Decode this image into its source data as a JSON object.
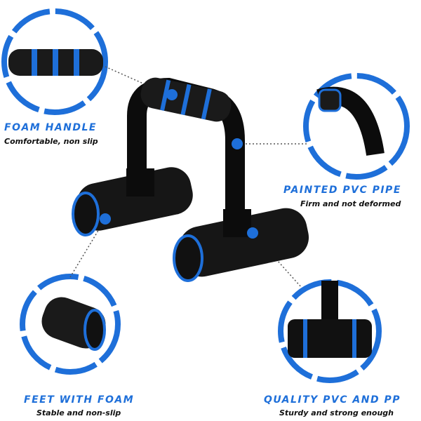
{
  "colors": {
    "accent": "#1e6fd9",
    "foam": "#1a1a1a",
    "frame": "#0c0c0c"
  },
  "features": [
    {
      "title": "FOAM HANDLE",
      "subtitle": "Comfortable, non slip"
    },
    {
      "title": "PAINTED PVC PIPE",
      "subtitle": "Firm and not deformed"
    },
    {
      "title": "FEET WITH FOAM",
      "subtitle": "Stable and non-slip"
    },
    {
      "title": "QUALITY PVC AND PP",
      "subtitle": "Sturdy and strong enough"
    }
  ]
}
